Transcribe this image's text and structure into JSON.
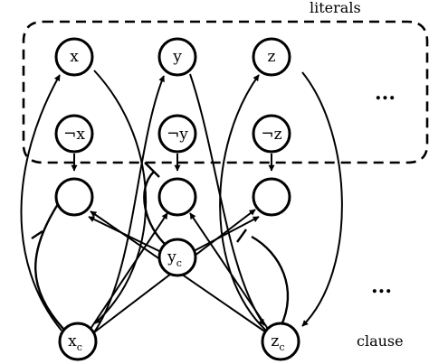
{
  "labels": {
    "literals": "literals",
    "clause": "clause",
    "ellipsis_literals": "...",
    "ellipsis_clause": "..."
  },
  "nodes": {
    "x": "x",
    "y": "y",
    "z": "z",
    "not_x": "¬x",
    "not_y": "¬y",
    "not_z": "¬z",
    "y_c_base": "y",
    "y_c_sub": "c",
    "x_c_base": "x",
    "x_c_sub": "c",
    "z_c_base": "z",
    "z_c_sub": "c"
  }
}
